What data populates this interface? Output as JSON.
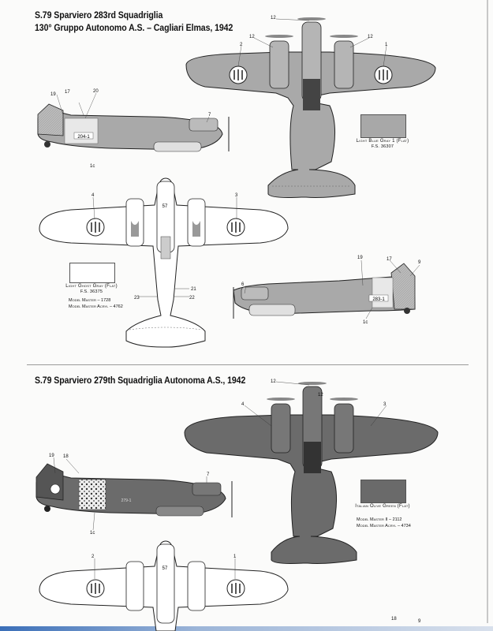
{
  "titles": {
    "section1_line1": "S.79 Sparviero 283rd Squadriglia",
    "section1_line2": "130° Gruppo Autonomo A.S. – Cagliari Elmas, 1942",
    "section2_line1": "S.79 Sparviero 279th Squadriglia Autonoma A.S., 1942"
  },
  "swatches": {
    "light_blue_gray": {
      "name": "Light Blue Gray 1 (Flat)",
      "fs": "F.S. 36307",
      "color": "#a8a8a8"
    },
    "light_ghost_gray": {
      "name": "Light Ghost Gray (Flat)",
      "fs": "F.S. 36375",
      "model_master": "Model Master – 1728",
      "model_master_acryl": "Model Master Acryl – 4762",
      "color": "#ffffff"
    },
    "italian_olive_green": {
      "name": "Italian Olive Green (Flat)",
      "model_master": "Model Master II – 2112",
      "model_master_acryl": "Model Master Acryl – 4734",
      "color": "#6a6a6a"
    }
  },
  "callouts": {
    "c12a": "12",
    "c12b": "12",
    "c12c": "12",
    "c2a": "2",
    "c1a": "1",
    "c19a": "19",
    "c17a": "17",
    "c20": "20",
    "c7a": "7",
    "c1ca": "1c",
    "c4a": "4",
    "c3a": "3",
    "c21": "21",
    "c23": "23",
    "c22": "22",
    "c19b": "19",
    "c17b": "17",
    "c9a": "9",
    "c6": "6",
    "c1cb": "1c",
    "c12d": "12",
    "c12e": "12",
    "c4b": "4",
    "c3b": "3",
    "c19c": "19",
    "c18": "18",
    "c7b": "7",
    "c1cc": "1c",
    "c2b": "2",
    "c1b": "1",
    "c18b": "18",
    "c9b": "9"
  },
  "markings": {
    "fuselage_code_1": "204-1",
    "fuselage_code_2": "283-1",
    "fuselage_code_3": "279-1",
    "tail_small": "57"
  }
}
